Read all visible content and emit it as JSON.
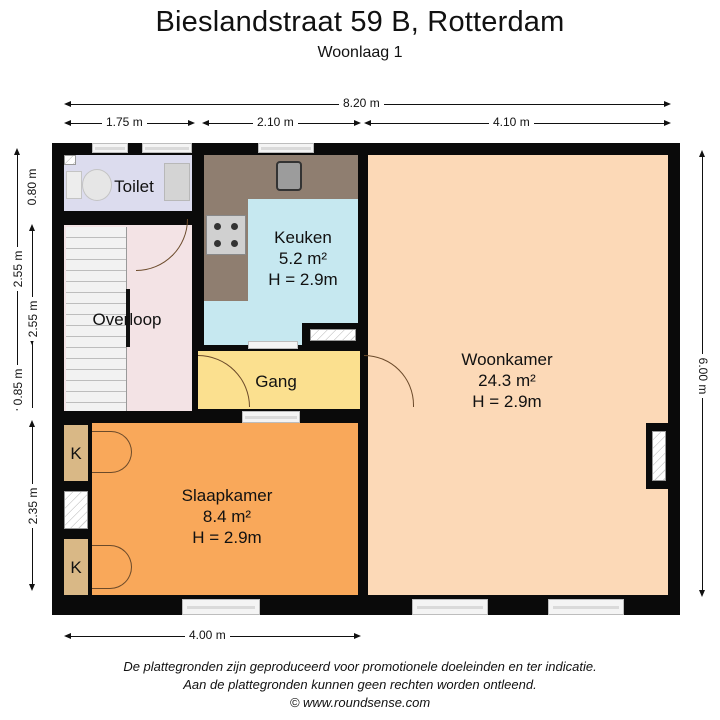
{
  "header": {
    "title": "Bieslandstraat 59 B, Rotterdam",
    "subtitle": "Woonlaag 1"
  },
  "dimensions": {
    "top_total": "8.20 m",
    "top_segments": [
      "1.75 m",
      "2.10 m",
      "4.10 m"
    ],
    "left_outer": [
      "2.55 m",
      "2.35 m"
    ],
    "left_inner": [
      "0.80 m",
      "2.55 m",
      "0.85 m"
    ],
    "right": "6.00 m",
    "bottom": "4.00 m"
  },
  "rooms": {
    "toilet": {
      "name": "Toilet"
    },
    "keuken": {
      "name": "Keuken",
      "area": "5.2 m²",
      "height": "H = 2.9m"
    },
    "overloop": {
      "name": "Overloop"
    },
    "gang": {
      "name": "Gang"
    },
    "woonkamer": {
      "name": "Woonkamer",
      "area": "24.3 m²",
      "height": "H = 2.9m"
    },
    "slaapkamer": {
      "name": "Slaapkamer",
      "area": "8.4 m²",
      "height": "H = 2.9m"
    },
    "kast_1": {
      "name": "K"
    },
    "kast_2": {
      "name": "K"
    }
  },
  "colors": {
    "wall": "#0a0a0a",
    "toilet": "#dcdcee",
    "keuken": "#c6e8f0",
    "counter": "#8f7e70",
    "overloop": "#f3e3e5",
    "stairs": "#d8d8d8",
    "gang": "#fbe08f",
    "woonkamer": "#fcd9b7",
    "slaapkamer": "#f9a85a",
    "kast": "#d9b886"
  },
  "footer": {
    "line1": "De plattegronden zijn geproduceerd voor promotionele doeleinden en ter indicatie.",
    "line2": "Aan de plattegronden kunnen geen rechten worden ontleend.",
    "line3": "© www.roundsense.com"
  }
}
